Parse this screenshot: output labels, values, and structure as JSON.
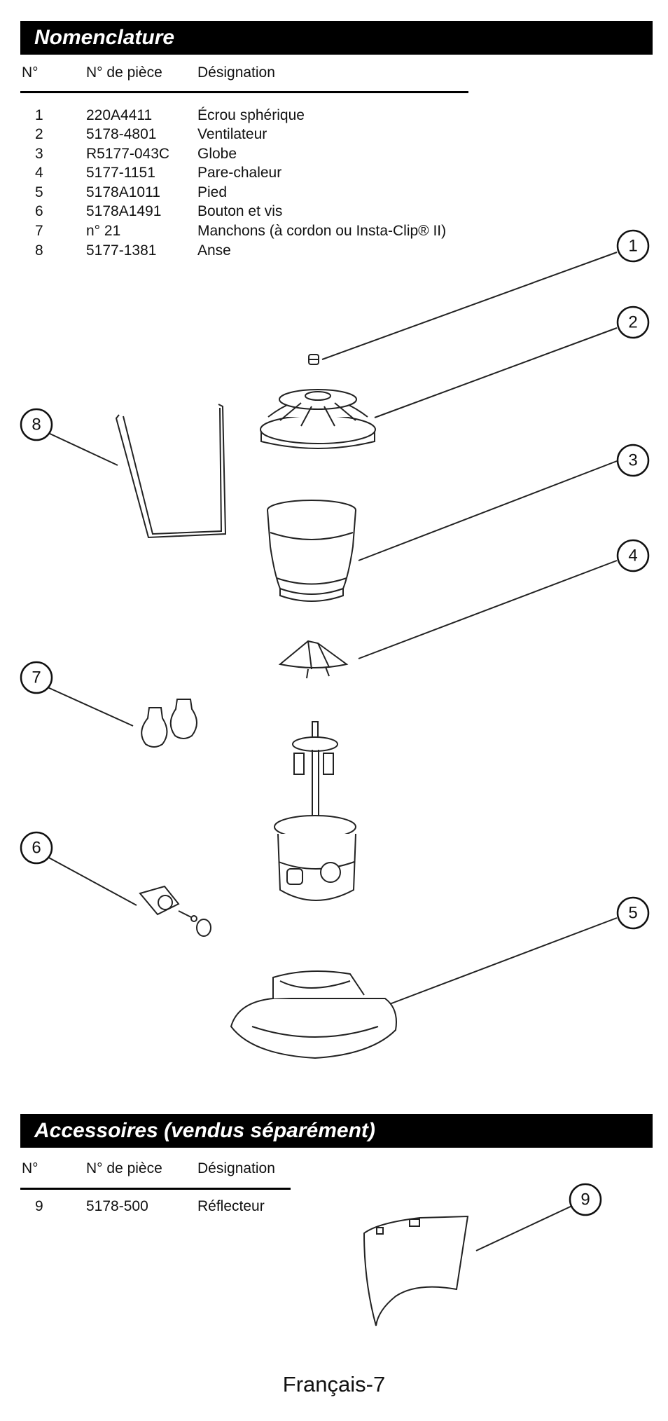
{
  "nomenclature": {
    "title": "Nomenclature",
    "headers": {
      "no": "N°",
      "part_no": "N° de pièce",
      "designation": "Désignation"
    },
    "rows": [
      {
        "no": "1",
        "part_no": "220A4411",
        "designation": "Écrou sphérique"
      },
      {
        "no": "2",
        "part_no": "5178-4801",
        "designation": "Ventilateur"
      },
      {
        "no": "3",
        "part_no": "R5177-043C",
        "designation": "Globe"
      },
      {
        "no": "4",
        "part_no": "5177-1151",
        "designation": "Pare-chaleur"
      },
      {
        "no": "5",
        "part_no": "5178A1011",
        "designation": "Pied"
      },
      {
        "no": "6",
        "part_no": "5178A1491",
        "designation": "Bouton et vis"
      },
      {
        "no": "7",
        "part_no": "n° 21",
        "designation": "Manchons (à cordon ou Insta-Clip® II)"
      },
      {
        "no": "8",
        "part_no": "5177-1381",
        "designation": "Anse"
      }
    ]
  },
  "diagram": {
    "callouts": [
      "1",
      "2",
      "3",
      "4",
      "5",
      "6",
      "7",
      "8"
    ]
  },
  "accessories": {
    "title": "Accessoires (vendus séparément)",
    "headers": {
      "no": "N°",
      "part_no": "N° de pièce",
      "designation": "Désignation"
    },
    "rows": [
      {
        "no": "9",
        "part_no": "5178-500",
        "designation": "Réflecteur"
      }
    ],
    "callout": "9"
  },
  "footer": {
    "page_label": "Français-7"
  }
}
